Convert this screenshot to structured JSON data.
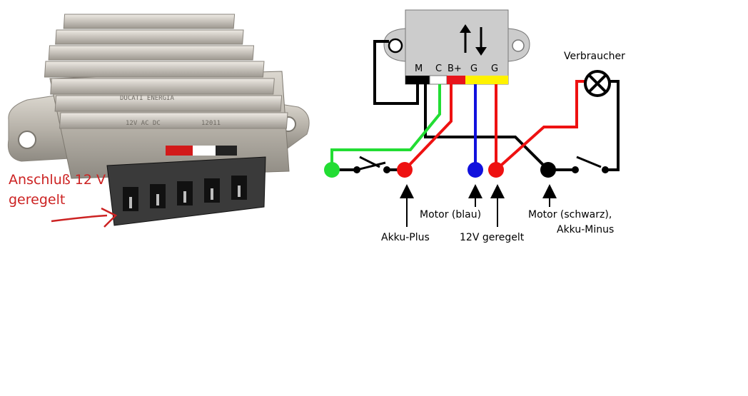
{
  "photo": {
    "caption_line1": "Anschluß 12 V",
    "caption_line2": "geregelt",
    "caption_color": "#cc2222",
    "housing_marking_1": "DUCATI ENERGIA",
    "housing_marking_2": "12V AC DC",
    "housing_marking_3": "12011"
  },
  "regulator": {
    "pins": [
      "M",
      "C",
      "B+",
      "G",
      "G"
    ],
    "pin_colors": [
      "#000000",
      "#ffffff",
      "#e8141c",
      "#fff200",
      "#fff200"
    ],
    "symbol": "up-down-arrows-icon"
  },
  "labels": {
    "consumer": "Verbraucher",
    "akku_plus": "Akku-Plus",
    "motor_blue": "Motor (blau)",
    "v12_regulated": "12V geregelt",
    "motor_black_1": "Motor (schwarz),",
    "motor_black_2": "Akku-Minus"
  },
  "colors": {
    "green": "#22dd33",
    "red": "#ee1111",
    "blue": "#1111dd",
    "black": "#000000",
    "housing": "#cccccc"
  }
}
